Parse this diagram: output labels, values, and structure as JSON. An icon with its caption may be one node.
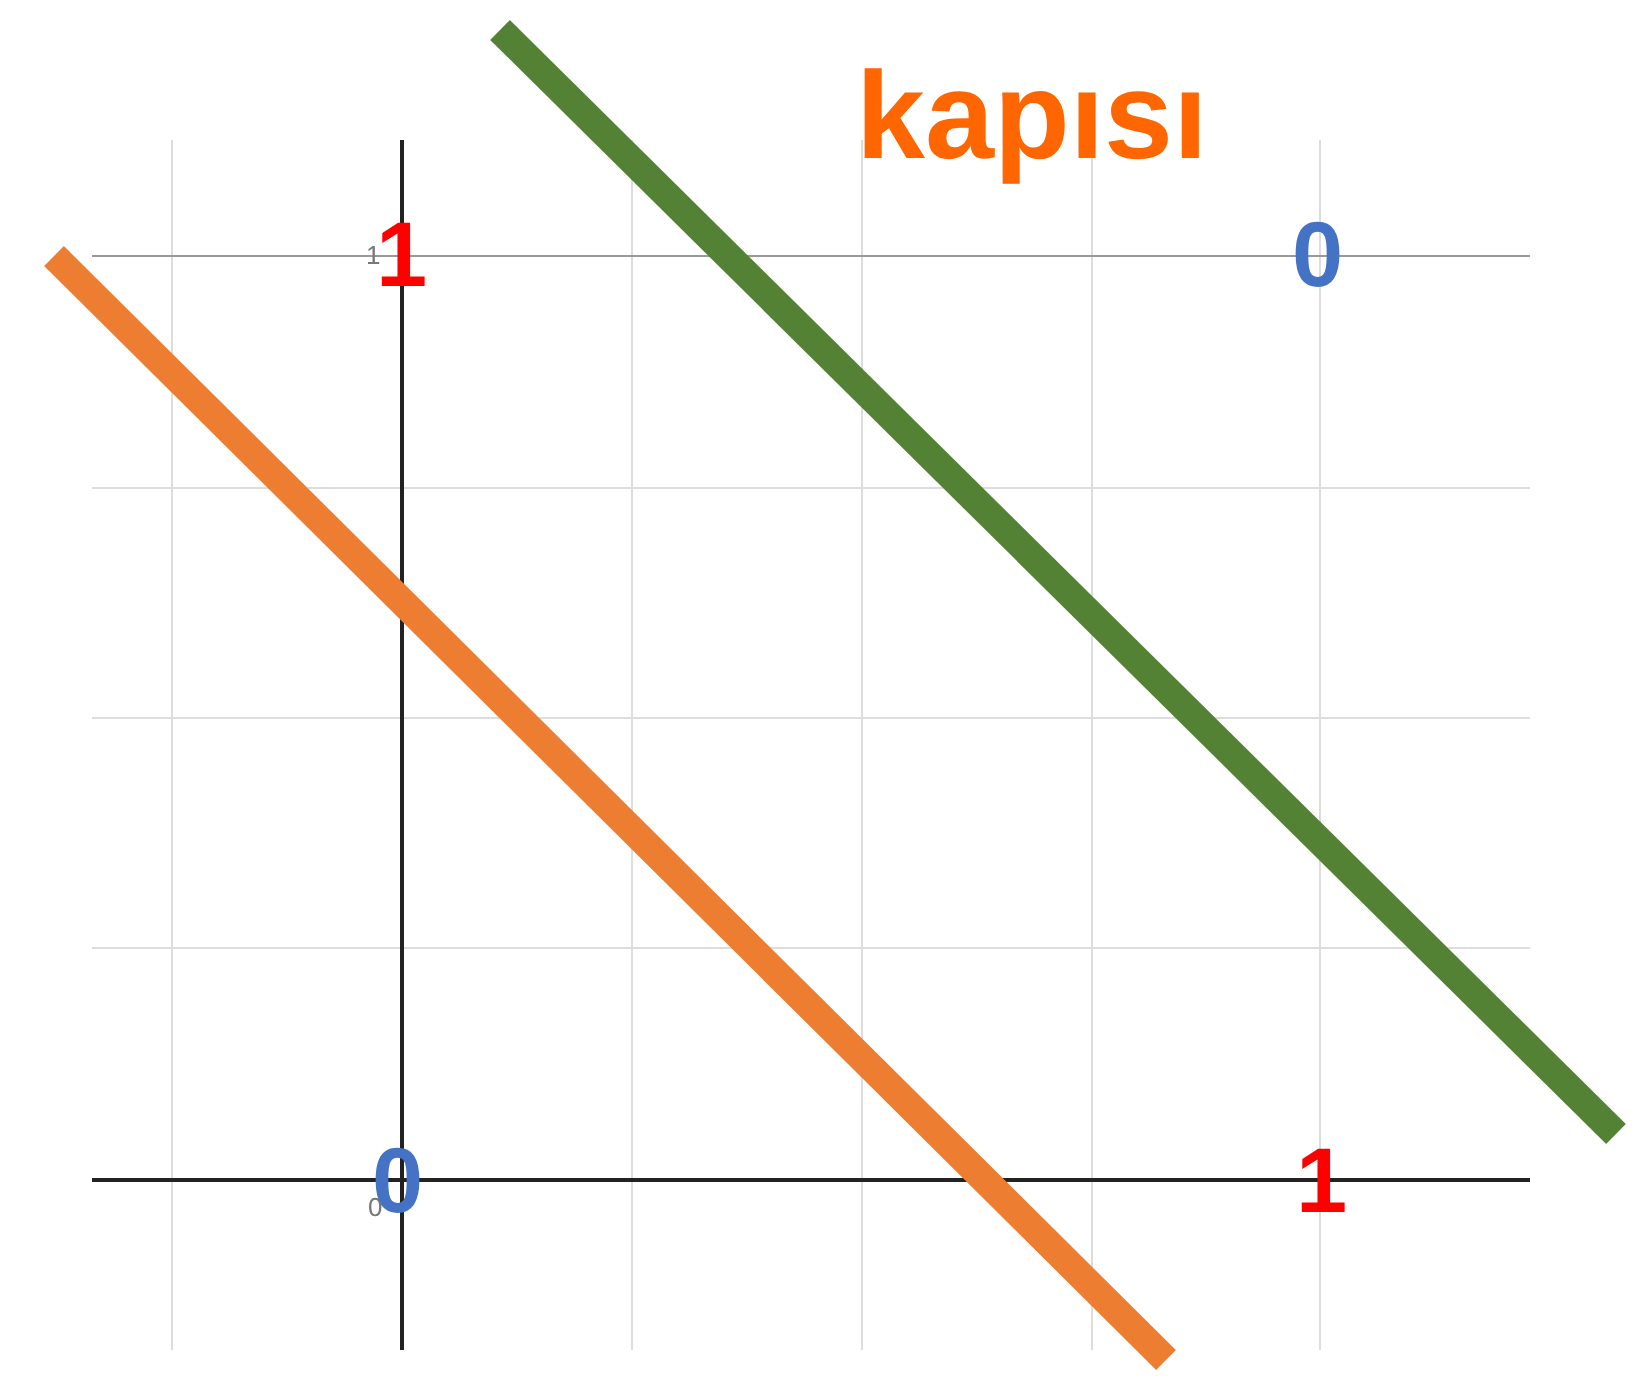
{
  "diagram": {
    "labels": [
      "kapısı",
      "1",
      "1",
      "0",
      "0",
      "0",
      "1"
    ]
  }
}
